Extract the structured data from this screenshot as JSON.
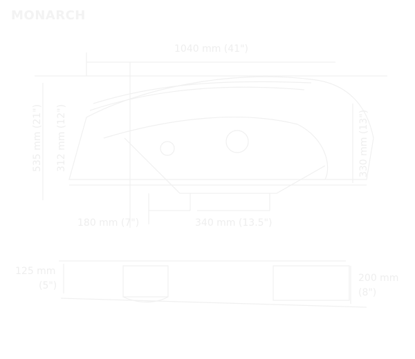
{
  "brand": {
    "logo_text": "MONARCH"
  },
  "dimensions": {
    "overall_length": "1040 mm (41\")",
    "overall_height": "535 mm (21\")",
    "seat_height": "312 mm (12\")",
    "right_height": "330 mm (13\")",
    "front_width": "180 mm (7\")",
    "base_length": "340 mm (13.5\")",
    "side_height_left": "125 mm",
    "side_height_left_in": "(5\")",
    "side_height_right": "200 mm",
    "side_height_right_in": "(8\")"
  },
  "colors": {
    "line": "#f0f0f0",
    "text": "#eeeeee"
  }
}
